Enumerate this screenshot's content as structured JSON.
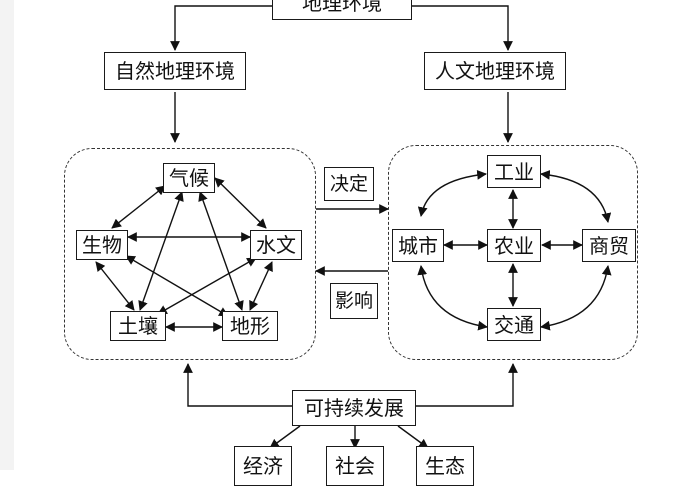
{
  "diagram": {
    "top_title": "地理环境",
    "natural_env": "自然地理环境",
    "human_env": "人文地理环境",
    "natural_nodes": {
      "climate": "气候",
      "biology": "生物",
      "hydrology": "水文",
      "soil": "土壤",
      "landform": "地形"
    },
    "human_nodes": {
      "industry": "工业",
      "city": "城市",
      "agriculture": "农业",
      "commerce": "商贸",
      "transport": "交通"
    },
    "link_decides": "决定",
    "link_influences": "影响",
    "sustainable": "可持续发展",
    "sub_economy": "经济",
    "sub_society": "社会",
    "sub_ecology": "生态"
  }
}
